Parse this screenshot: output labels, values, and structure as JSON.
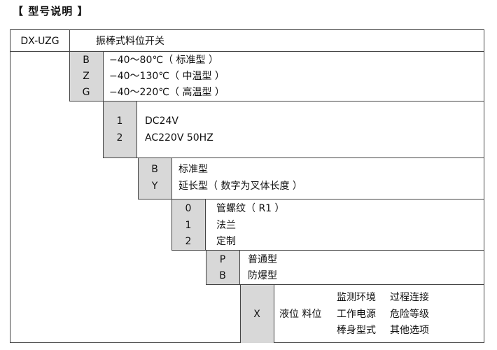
{
  "title": "【 型号说明 】",
  "header": {
    "model": "DX-UZG",
    "product": "振棒式料位开关"
  },
  "groups": [
    {
      "rows": [
        {
          "code": "B",
          "desc": "−40～80℃（ 标准型 ）"
        },
        {
          "code": "Z",
          "desc": "−40～130℃（ 中温型 ）"
        },
        {
          "code": "G",
          "desc": "−40～220℃（ 高温型 ）"
        }
      ]
    },
    {
      "rows": [
        {
          "code": "1",
          "desc": "DC24V"
        },
        {
          "code": "2",
          "desc": "AC220V 50HZ"
        }
      ]
    },
    {
      "rows": [
        {
          "code": "B",
          "desc": "标准型"
        },
        {
          "code": "Y",
          "desc": "延长型（ 数字为叉体长度 ）"
        }
      ]
    },
    {
      "rows": [
        {
          "code": "0",
          "desc": "管螺纹（ R1 ）"
        },
        {
          "code": "1",
          "desc": "法兰"
        },
        {
          "code": "2",
          "desc": "定制"
        }
      ]
    },
    {
      "rows": [
        {
          "code": "P",
          "desc": "普通型"
        },
        {
          "code": "B",
          "desc": "防爆型"
        }
      ]
    }
  ],
  "last": {
    "code": "X",
    "label": "液位 料位",
    "grid": [
      [
        "监测环境",
        "过程连接"
      ],
      [
        "工作电源",
        "危险等级"
      ],
      [
        "棒身型式",
        "其他选项"
      ]
    ]
  }
}
